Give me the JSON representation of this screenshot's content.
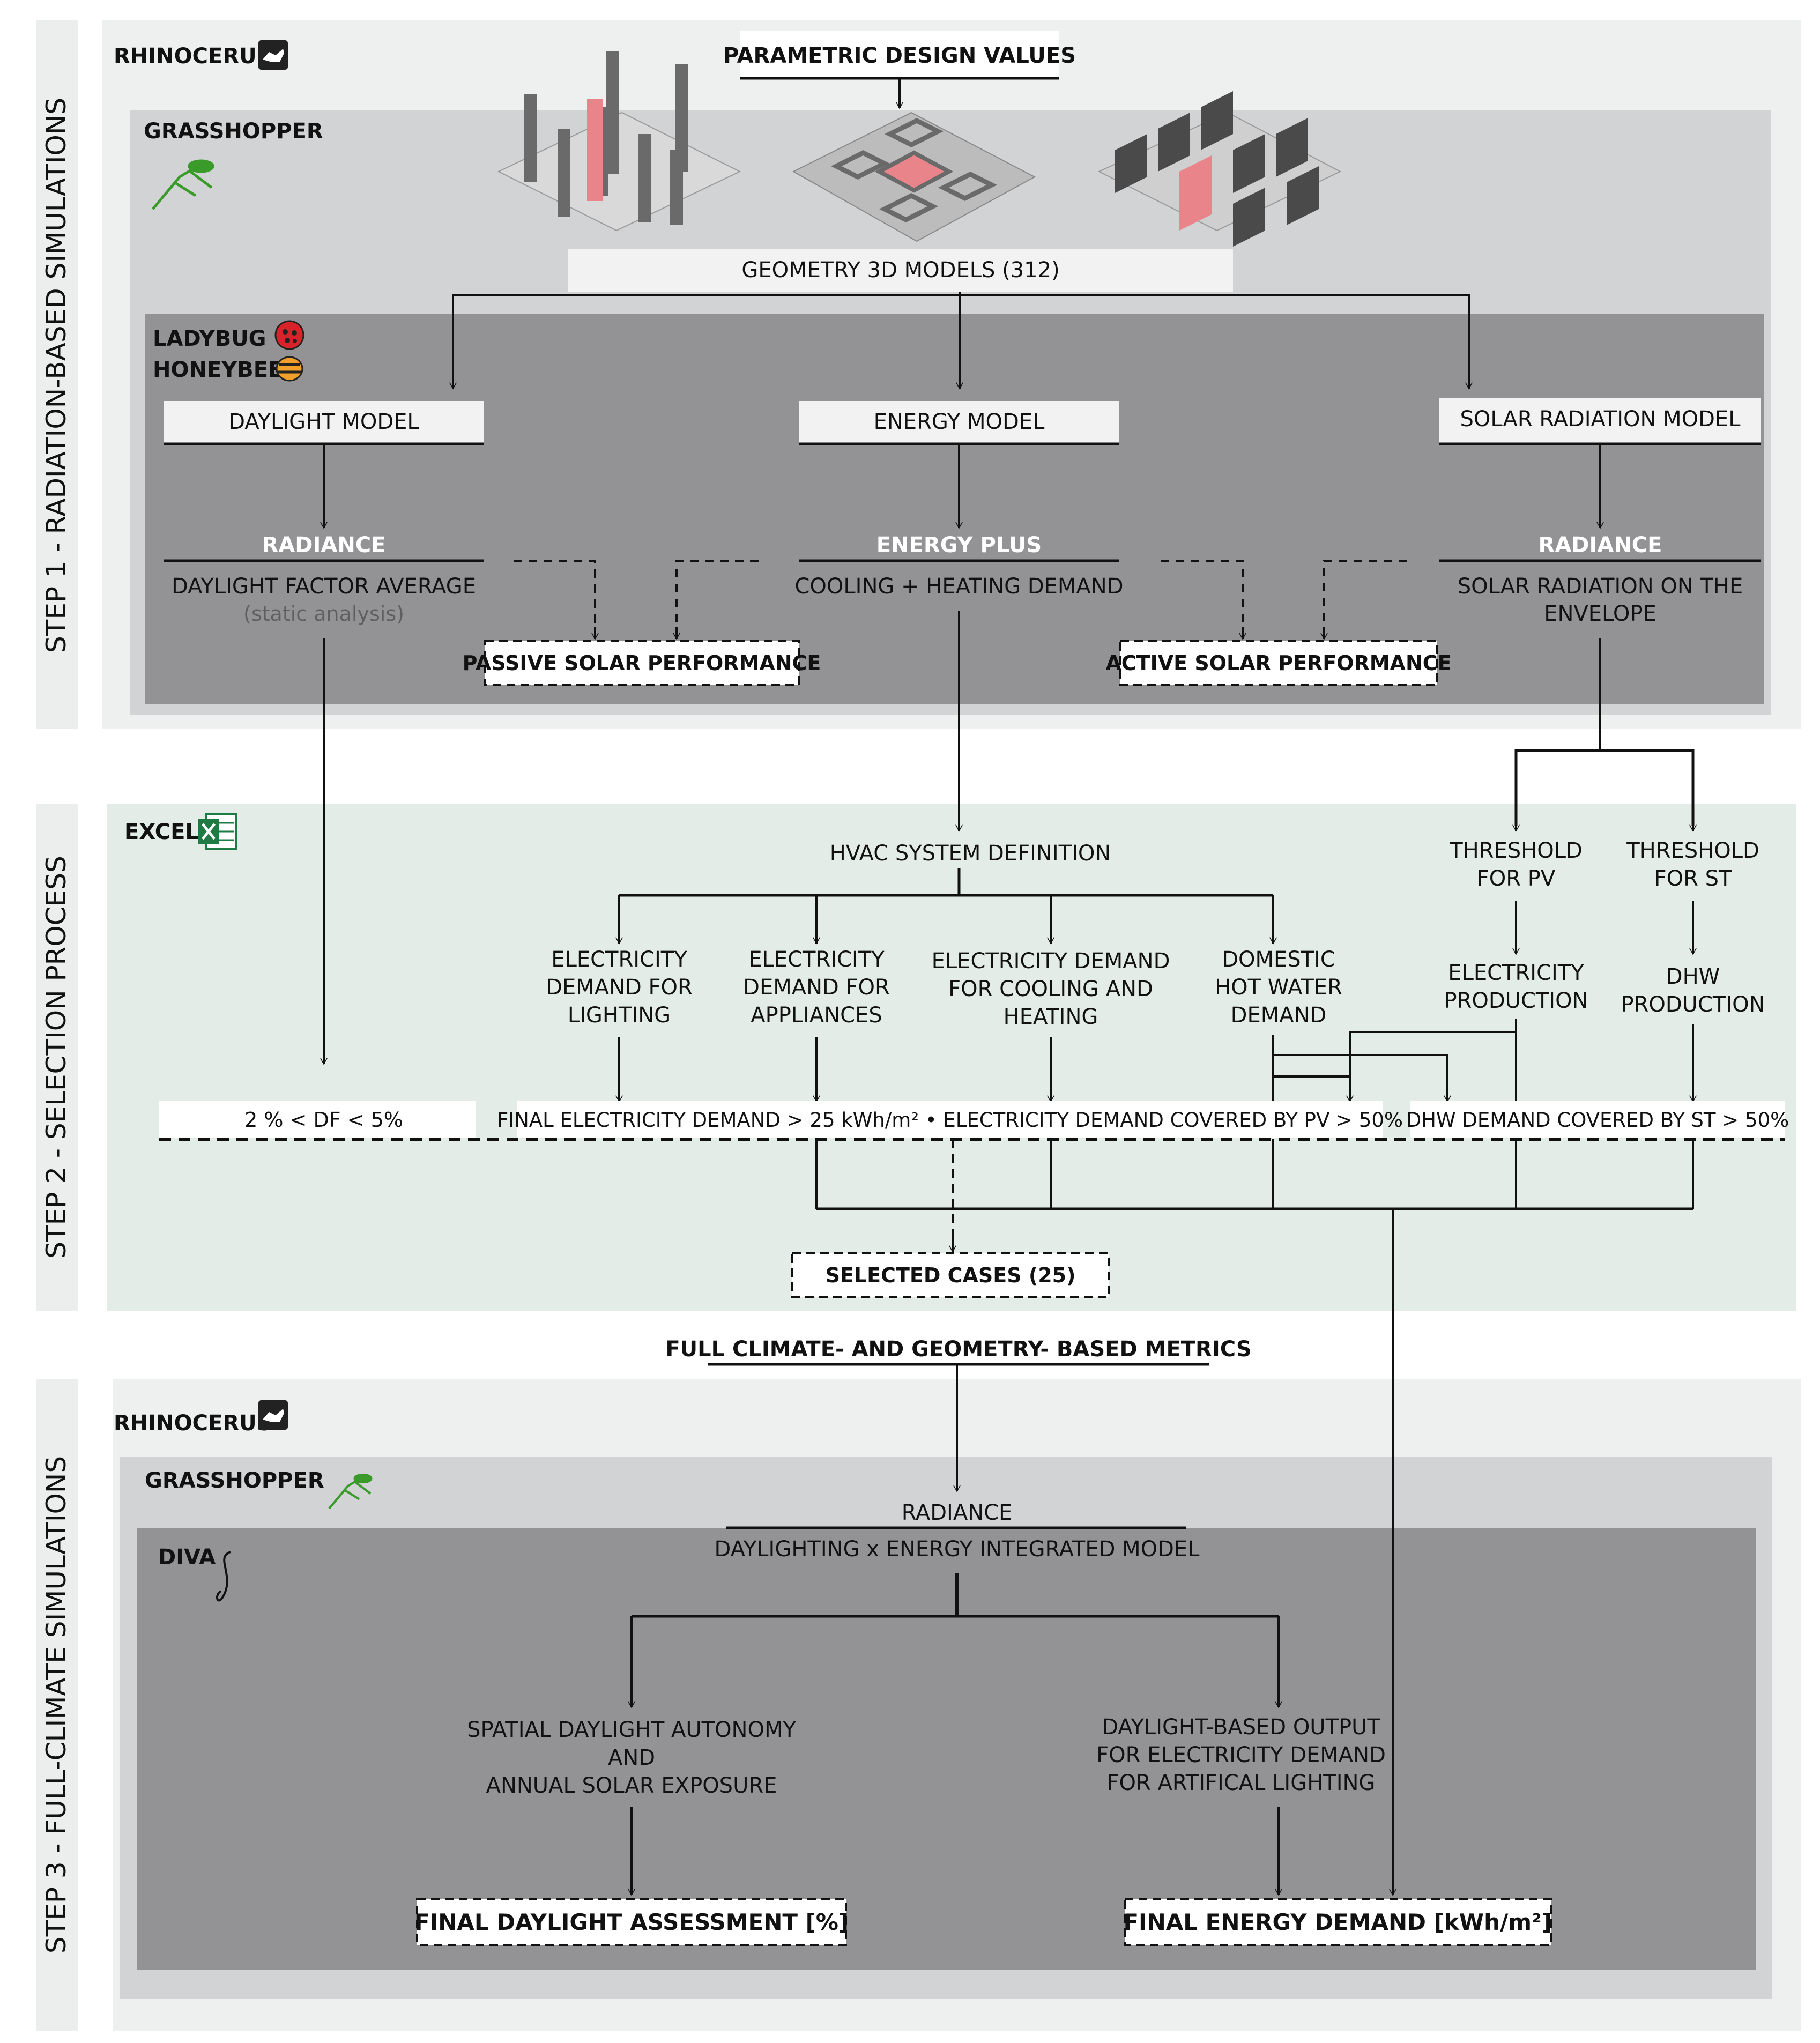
{
  "step_labels": {
    "step1": "STEP 1 - RADIATION-BASED SIMULATIONS",
    "step2": "STEP 2 - SELECTION PROCESS",
    "step3": "STEP 3 - FULL-CLIMATE SIMULATIONS"
  },
  "step1": {
    "rhinoceros": "RHINOCERUS",
    "parametric": "PARAMETRIC DESIGN VALUES",
    "grasshopper": "GRASSHOPPER",
    "geometry": "GEOMETRY 3D MODELS (312)",
    "ladybug": "LADYBUG",
    "honeybee": "HONEYBEE",
    "daylight_model": "DAYLIGHT MODEL",
    "energy_model": "ENERGY MODEL",
    "solar_model": "SOLAR RADIATION MODEL",
    "radiance_left": "RADIANCE",
    "energy_plus": "ENERGY PLUS",
    "radiance_right": "RADIANCE",
    "df_average": "DAYLIGHT FACTOR AVERAGE",
    "static_analysis": "(static analysis)",
    "cooling_heating": "COOLING + HEATING DEMAND",
    "solar_radiation_1": "SOLAR RADIATION ON THE",
    "solar_radiation_2": "ENVELOPE",
    "passive": "PASSIVE SOLAR PERFORMANCE",
    "active": "ACTIVE SOLAR PERFORMANCE"
  },
  "step2": {
    "excel": "EXCEL",
    "hvac": "HVAC SYSTEM DEFINITION",
    "threshold_pv": [
      "THRESHOLD",
      "FOR PV"
    ],
    "threshold_st": [
      "THRESHOLD",
      "FOR ST"
    ],
    "elec_lighting": [
      "ELECTRICITY",
      "DEMAND FOR",
      "LIGHTING"
    ],
    "elec_appliances": [
      "ELECTRICITY",
      "DEMAND FOR",
      "APPLIANCES"
    ],
    "elec_cooling": [
      "ELECTRICITY DEMAND",
      "FOR COOLING AND",
      "HEATING"
    ],
    "dhw_demand": [
      "DOMESTIC",
      "HOT WATER",
      "DEMAND"
    ],
    "elec_production": [
      "ELECTRICITY",
      "PRODUCTION"
    ],
    "dhw_production": [
      "DHW",
      "PRODUCTION"
    ],
    "df_range": "2 % < DF < 5%",
    "final_elec": "FINAL ELECTRICITY DEMAND > 25 kWh/m² • ELECTRICITY DEMAND COVERED BY PV > 50%",
    "dhw_covered": "DHW DEMAND COVERED BY ST > 50%",
    "selected": "SELECTED CASES (25)"
  },
  "step3": {
    "full_metrics": "FULL CLIMATE- AND GEOMETRY- BASED METRICS",
    "rhinoceros": "RHINOCERUS",
    "grasshopper": "GRASSHOPPER",
    "radiance": "RADIANCE",
    "diva": "DIVA",
    "integrated": "DAYLIGHTING x ENERGY INTEGRATED MODEL",
    "sda": [
      "SPATIAL DAYLIGHT AUTONOMY",
      "AND",
      "ANNUAL SOLAR EXPOSURE"
    ],
    "daylight_output": [
      "DAYLIGHT-BASED OUTPUT",
      "FOR ELECTRICITY DEMAND",
      "FOR ARTIFICAL LIGHTING"
    ],
    "final_daylight": "FINAL DAYLIGHT ASSESSMENT [%]",
    "final_energy": "FINAL ENERGY DEMAND [kWh/m²]"
  },
  "icons": [
    "rhino-icon",
    "grasshopper-icon",
    "ladybug-icon",
    "honeybee-icon",
    "excel-icon",
    "diva-icon"
  ],
  "colors": {
    "outer_panel": "#eef0f0",
    "grasshopper_panel": "#d2d3d5",
    "dark_panel": "#939396",
    "excel_panel": "#e4ece7",
    "accent_red": "#e9848a",
    "excel_green": "#1f7a44",
    "grasshopper_green": "#3a9a2a"
  }
}
